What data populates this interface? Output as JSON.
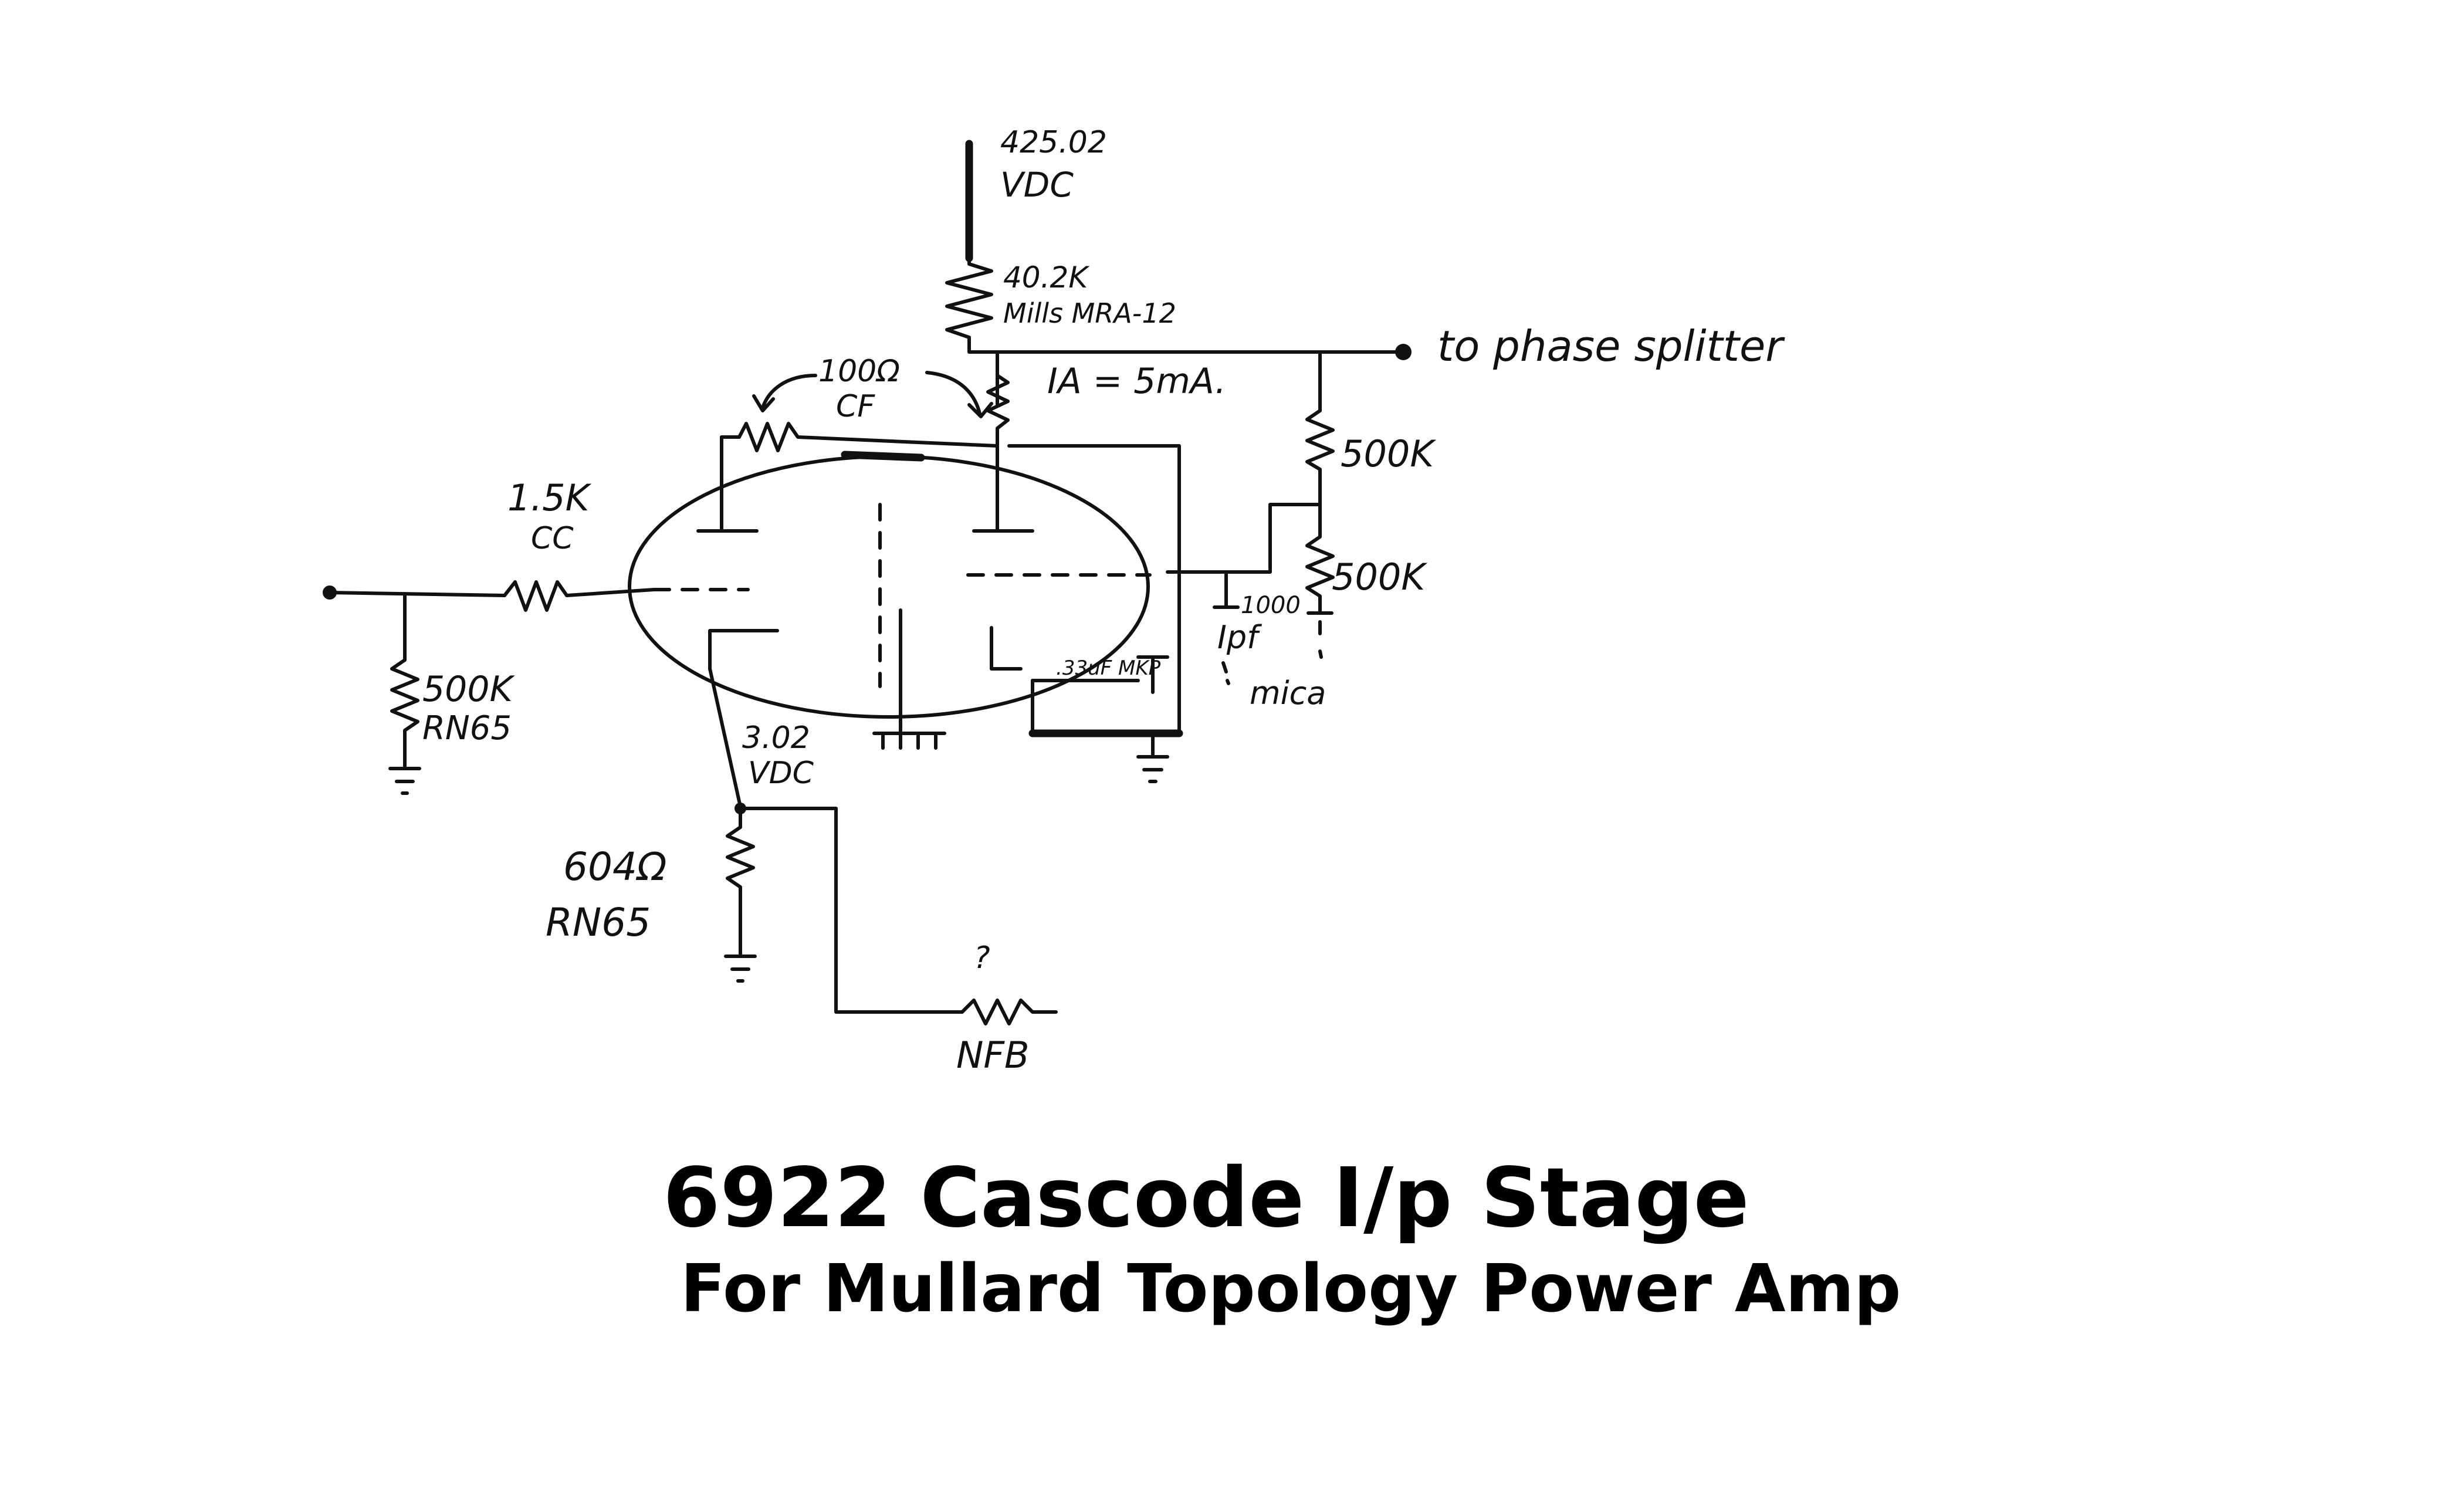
{
  "labels": {
    "supply_voltage_value": "425.02",
    "supply_voltage_unit": "VDC",
    "plate_resistor_value": "40.2K",
    "plate_resistor_type": "Mills MRA-12",
    "cf_resistor_value": "100Ω",
    "cf_resistor_type": "CF",
    "plate_current": "IA = 5mA.",
    "output_destination": "to phase splitter",
    "divider_upper_value": "500K",
    "divider_lower_value": "500K",
    "grid_stopper_value": "1.5K",
    "grid_stopper_type": "CC",
    "grid_leak_value": "500K",
    "grid_leak_type": "RN65",
    "bypass_cap_upper": "1000",
    "bypass_cap_lower": "Ipf",
    "bypass_cap_type": "mica",
    "filter_cap": ".33uF MKP",
    "cathode_voltage_value": "3.02",
    "cathode_voltage_unit": "VDC",
    "cathode_resistor_value": "604Ω",
    "cathode_resistor_type": "RN65",
    "nfb_value": "?",
    "nfb_label": "NFB"
  },
  "title": {
    "line1": "6922 Cascode I/p Stage",
    "line2": "For Mullard Topology Power Amp"
  }
}
